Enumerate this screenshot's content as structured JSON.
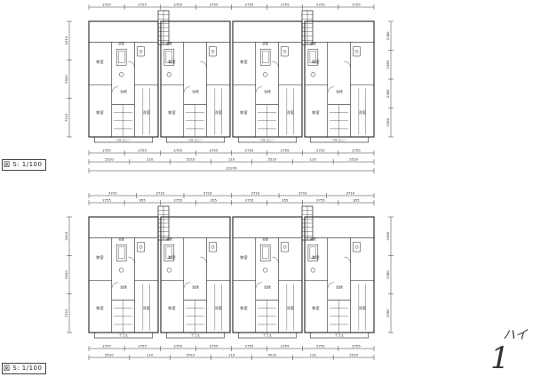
{
  "sheet": {
    "scale_upper": "図 S: 1/100",
    "scale_lower": "図 S: 1/100",
    "corner_text": "ハイ",
    "corner_mark": "1"
  },
  "upper_plan": {
    "dims_top": [
      "2755",
      "2755",
      "2755",
      "2755",
      "2755",
      "2755",
      "2755",
      "2755"
    ],
    "dims_bottom_row1": [
      "2755",
      "2755",
      "2755",
      "2755",
      "2755",
      "2755",
      "2755",
      "2755"
    ],
    "dims_bottom_row2": [
      "5510",
      "110",
      "5510",
      "110",
      "5510",
      "110",
      "5510"
    ],
    "dims_total": "22370",
    "dims_left": [
      "2410",
      "5520",
      "7110"
    ],
    "dims_right": [
      "2380",
      "2380",
      "2380",
      "2380"
    ],
    "balcony_label": "バルコニー",
    "room_labels": [
      "和室",
      "和室",
      "洋室",
      "和室",
      "和室",
      "洋室",
      "和室",
      "和室",
      "洋室",
      "和室",
      "和室",
      "洋室"
    ],
    "kitchen_label": "台所",
    "bath_label": "浴室"
  },
  "lower_plan": {
    "dims_top_row1": [
      "3710",
      "3710",
      "3710",
      "3710",
      "3710",
      "3710"
    ],
    "dims_top_row2": [
      "2755",
      "955",
      "2755",
      "955",
      "2755",
      "955",
      "2755",
      "955"
    ],
    "dims_bottom_row1": [
      "2755",
      "2755",
      "2755",
      "2755",
      "2755",
      "2755",
      "2755",
      "2755"
    ],
    "dims_bottom_row2": [
      "5510",
      "110",
      "5510",
      "110",
      "5510",
      "110",
      "5510"
    ],
    "dims_left": [
      "2410",
      "5520",
      "7110"
    ],
    "dims_right": [
      "2380",
      "2380",
      "2380"
    ],
    "terrace_label": "テラス",
    "room_labels": [
      "和室",
      "和室",
      "洋室",
      "和室",
      "和室",
      "洋室",
      "和室",
      "和室",
      "洋室",
      "和室",
      "和室",
      "洋室"
    ],
    "kitchen_label": "台所",
    "bath_label": "浴室"
  }
}
